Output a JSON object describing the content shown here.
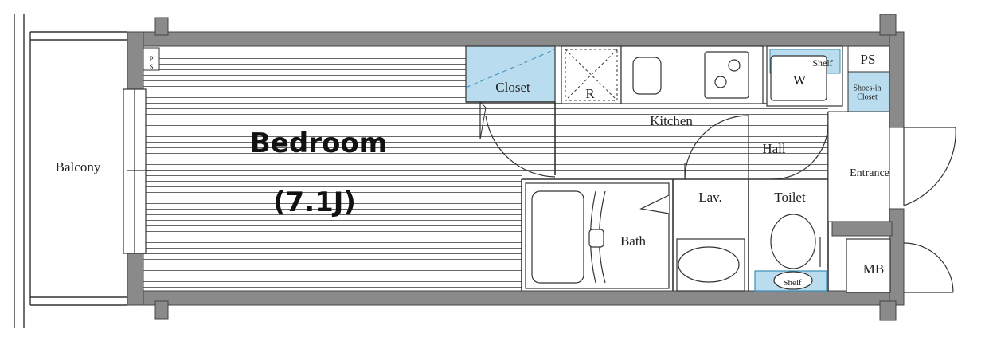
{
  "rooms": {
    "bedroom": "Bedroom",
    "bedroom_size": "(7.1J)",
    "balcony": "Balcony",
    "closet": "Closet",
    "refrigerator": "R",
    "kitchen": "Kitchen",
    "washer": "W",
    "washer_shelf": "Shelf",
    "ps_top": "PS",
    "ps_small": "P\nS",
    "shoes_in_closet": "Shoes-in\nCloset",
    "hall": "Hall",
    "entrance": "Entrance",
    "lav": "Lav.",
    "toilet": "Toilet",
    "toilet_shelf": "Shelf",
    "bath": "Bath",
    "mb": "MB"
  },
  "colors": {
    "wall": "#8a8a8a",
    "storage_fill": "#b9dcef",
    "floor_lines": "#555555",
    "line": "#333333"
  }
}
